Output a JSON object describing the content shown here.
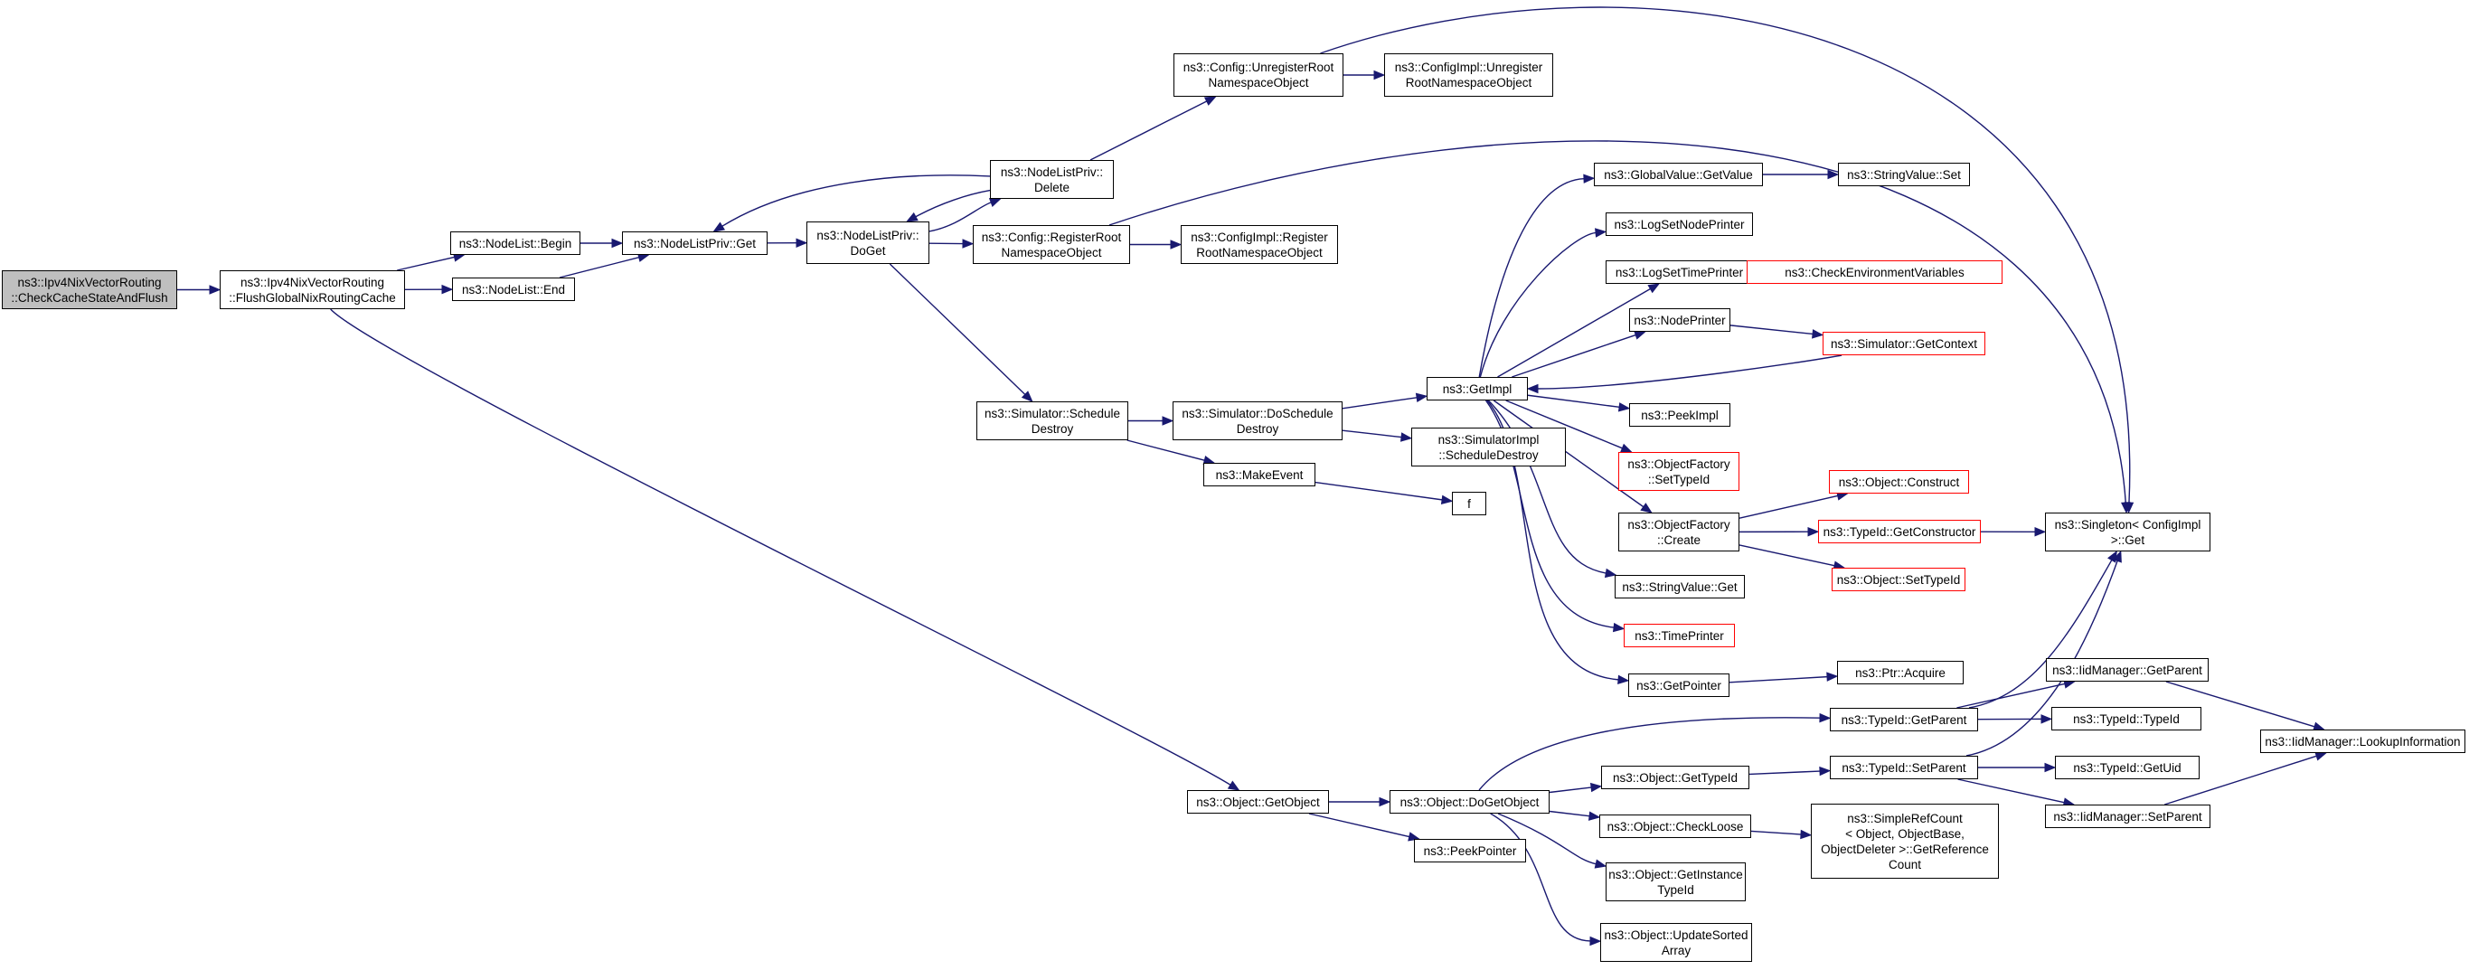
{
  "graph": {
    "edge_color": "#191970",
    "node_border": "#000000",
    "highlight_border": "#ff0000",
    "root_fill": "#bfbfbf",
    "nodes": [
      {
        "id": "root",
        "lines": [
          "ns3::Ipv4NixVectorRouting",
          "::CheckCacheStateAndFlush"
        ],
        "root": true
      },
      {
        "id": "flush",
        "lines": [
          "ns3::Ipv4NixVectorRouting",
          "::FlushGlobalNixRoutingCache"
        ]
      },
      {
        "id": "nlbegin",
        "lines": [
          "ns3::NodeList::Begin"
        ]
      },
      {
        "id": "nlend",
        "lines": [
          "ns3::NodeList::End"
        ]
      },
      {
        "id": "nlpget",
        "lines": [
          "ns3::NodeListPriv::Get"
        ]
      },
      {
        "id": "nlpdoget",
        "lines": [
          "ns3::NodeListPriv::",
          "DoGet"
        ]
      },
      {
        "id": "nlpdelete",
        "lines": [
          "ns3::NodeListPriv::",
          "Delete"
        ]
      },
      {
        "id": "cfgunreg",
        "lines": [
          "ns3::Config::UnregisterRoot",
          "NamespaceObject"
        ]
      },
      {
        "id": "cfgimplunreg",
        "lines": [
          "ns3::ConfigImpl::Unregister",
          "RootNamespaceObject"
        ]
      },
      {
        "id": "cfgreg",
        "lines": [
          "ns3::Config::RegisterRoot",
          "NamespaceObject"
        ]
      },
      {
        "id": "cfgimplreg",
        "lines": [
          "ns3::ConfigImpl::Register",
          "RootNamespaceObject"
        ]
      },
      {
        "id": "simsched",
        "lines": [
          "ns3::Simulator::Schedule",
          "Destroy"
        ]
      },
      {
        "id": "simdosched",
        "lines": [
          "ns3::Simulator::DoSchedule",
          "Destroy"
        ]
      },
      {
        "id": "makeevent",
        "lines": [
          "ns3::MakeEvent"
        ]
      },
      {
        "id": "simimplsched",
        "lines": [
          "ns3::SimulatorImpl",
          "::ScheduleDestroy"
        ]
      },
      {
        "id": "f",
        "lines": [
          "f"
        ]
      },
      {
        "id": "getimpl",
        "lines": [
          "ns3::GetImpl"
        ]
      },
      {
        "id": "gvgetvalue",
        "lines": [
          "ns3::GlobalValue::GetValue"
        ]
      },
      {
        "id": "svset",
        "lines": [
          "ns3::StringValue::Set"
        ]
      },
      {
        "id": "lognode",
        "lines": [
          "ns3::LogSetNodePrinter"
        ]
      },
      {
        "id": "logtime",
        "lines": [
          "ns3::LogSetTimePrinter"
        ]
      },
      {
        "id": "checkenv",
        "lines": [
          "ns3::CheckEnvironmentVariables"
        ],
        "red": true
      },
      {
        "id": "nodeprinter",
        "lines": [
          "ns3::NodePrinter"
        ]
      },
      {
        "id": "simgetctx",
        "lines": [
          "ns3::Simulator::GetContext"
        ],
        "red": true
      },
      {
        "id": "peekimpl",
        "lines": [
          "ns3::PeekImpl"
        ]
      },
      {
        "id": "ofsettid",
        "lines": [
          "ns3::ObjectFactory",
          "::SetTypeId"
        ],
        "red": true
      },
      {
        "id": "ofcreate",
        "lines": [
          "ns3::ObjectFactory",
          "::Create"
        ]
      },
      {
        "id": "objconstruct",
        "lines": [
          "ns3::Object::Construct"
        ],
        "red": true
      },
      {
        "id": "tidgetctor",
        "lines": [
          "ns3::TypeId::GetConstructor"
        ],
        "red": true
      },
      {
        "id": "objsettid",
        "lines": [
          "ns3::Object::SetTypeId"
        ],
        "red": true
      },
      {
        "id": "singleton",
        "lines": [
          "ns3::Singleton< ConfigImpl",
          ">::Get"
        ]
      },
      {
        "id": "svget",
        "lines": [
          "ns3::StringValue::Get"
        ]
      },
      {
        "id": "timeprinter",
        "lines": [
          "ns3::TimePrinter"
        ],
        "red": true
      },
      {
        "id": "getpointer",
        "lines": [
          "ns3::GetPointer"
        ]
      },
      {
        "id": "ptracquire",
        "lines": [
          "ns3::Ptr::Acquire"
        ]
      },
      {
        "id": "objgetobject",
        "lines": [
          "ns3::Object::GetObject"
        ]
      },
      {
        "id": "objdogetobject",
        "lines": [
          "ns3::Object::DoGetObject"
        ]
      },
      {
        "id": "peekpointer",
        "lines": [
          "ns3::PeekPointer"
        ]
      },
      {
        "id": "tidgetparent",
        "lines": [
          "ns3::TypeId::GetParent"
        ]
      },
      {
        "id": "objgettid",
        "lines": [
          "ns3::Object::GetTypeId"
        ]
      },
      {
        "id": "tidsetparent",
        "lines": [
          "ns3::TypeId::SetParent"
        ]
      },
      {
        "id": "objcheckloose",
        "lines": [
          "ns3::Object::CheckLoose"
        ]
      },
      {
        "id": "simplerefcount",
        "lines": [
          "ns3::SimpleRefCount",
          "< Object, ObjectBase,",
          "ObjectDeleter >::GetReference",
          "Count"
        ]
      },
      {
        "id": "objgetinst",
        "lines": [
          "ns3::Object::GetInstance",
          "TypeId"
        ]
      },
      {
        "id": "objupdsorted",
        "lines": [
          "ns3::Object::UpdateSorted",
          "Array"
        ]
      },
      {
        "id": "iidgetparent",
        "lines": [
          "ns3::IidManager::GetParent"
        ]
      },
      {
        "id": "tidtypeid",
        "lines": [
          "ns3::TypeId::TypeId"
        ]
      },
      {
        "id": "tidgetuid",
        "lines": [
          "ns3::TypeId::GetUid"
        ]
      },
      {
        "id": "iidsetparent",
        "lines": [
          "ns3::IidManager::SetParent"
        ]
      },
      {
        "id": "iidlookup",
        "lines": [
          "ns3::IidManager::LookupInformation"
        ]
      }
    ],
    "edges": [
      [
        "root",
        "flush"
      ],
      [
        "flush",
        "nlbegin"
      ],
      [
        "flush",
        "nlend"
      ],
      [
        "flush",
        "objgetobject"
      ],
      [
        "nlbegin",
        "nlpget"
      ],
      [
        "nlend",
        "nlpget"
      ],
      [
        "nlpget",
        "nlpdoget"
      ],
      [
        "nlpdoget",
        "nlpdelete"
      ],
      [
        "nlpdoget",
        "cfgreg"
      ],
      [
        "nlpdoget",
        "simsched"
      ],
      [
        "nlpdelete",
        "nlpdoget"
      ],
      [
        "nlpdelete",
        "nlpget"
      ],
      [
        "nlpdelete",
        "cfgunreg"
      ],
      [
        "cfgunreg",
        "cfgimplunreg"
      ],
      [
        "cfgunreg",
        "singleton"
      ],
      [
        "cfgreg",
        "cfgimplreg"
      ],
      [
        "cfgreg",
        "singleton"
      ],
      [
        "simsched",
        "simdosched"
      ],
      [
        "simsched",
        "makeevent"
      ],
      [
        "simdosched",
        "getimpl"
      ],
      [
        "simdosched",
        "simimplsched"
      ],
      [
        "makeevent",
        "f"
      ],
      [
        "getimpl",
        "gvgetvalue"
      ],
      [
        "getimpl",
        "lognode"
      ],
      [
        "getimpl",
        "logtime"
      ],
      [
        "getimpl",
        "nodeprinter"
      ],
      [
        "getimpl",
        "peekimpl"
      ],
      [
        "getimpl",
        "ofsettid"
      ],
      [
        "getimpl",
        "ofcreate"
      ],
      [
        "getimpl",
        "svget"
      ],
      [
        "getimpl",
        "timeprinter"
      ],
      [
        "getimpl",
        "getpointer"
      ],
      [
        "gvgetvalue",
        "svset"
      ],
      [
        "logtime",
        "checkenv"
      ],
      [
        "nodeprinter",
        "simgetctx"
      ],
      [
        "simgetctx",
        "getimpl"
      ],
      [
        "ofcreate",
        "objconstruct"
      ],
      [
        "ofcreate",
        "tidgetctor"
      ],
      [
        "ofcreate",
        "objsettid"
      ],
      [
        "tidgetctor",
        "singleton"
      ],
      [
        "getpointer",
        "ptracquire"
      ],
      [
        "objgetobject",
        "objdogetobject"
      ],
      [
        "objgetobject",
        "peekpointer"
      ],
      [
        "objdogetobject",
        "tidgetparent"
      ],
      [
        "objdogetobject",
        "objgettid"
      ],
      [
        "objdogetobject",
        "objcheckloose"
      ],
      [
        "objdogetobject",
        "objgetinst"
      ],
      [
        "objdogetobject",
        "objupdsorted"
      ],
      [
        "objgettid",
        "tidsetparent"
      ],
      [
        "objcheckloose",
        "simplerefcount"
      ],
      [
        "tidgetparent",
        "iidgetparent"
      ],
      [
        "tidgetparent",
        "tidtypeid"
      ],
      [
        "tidgetparent",
        "singleton"
      ],
      [
        "tidsetparent",
        "tidgetuid"
      ],
      [
        "tidsetparent",
        "iidsetparent"
      ],
      [
        "tidsetparent",
        "singleton"
      ],
      [
        "iidgetparent",
        "iidlookup"
      ],
      [
        "iidsetparent",
        "iidlookup"
      ]
    ]
  }
}
